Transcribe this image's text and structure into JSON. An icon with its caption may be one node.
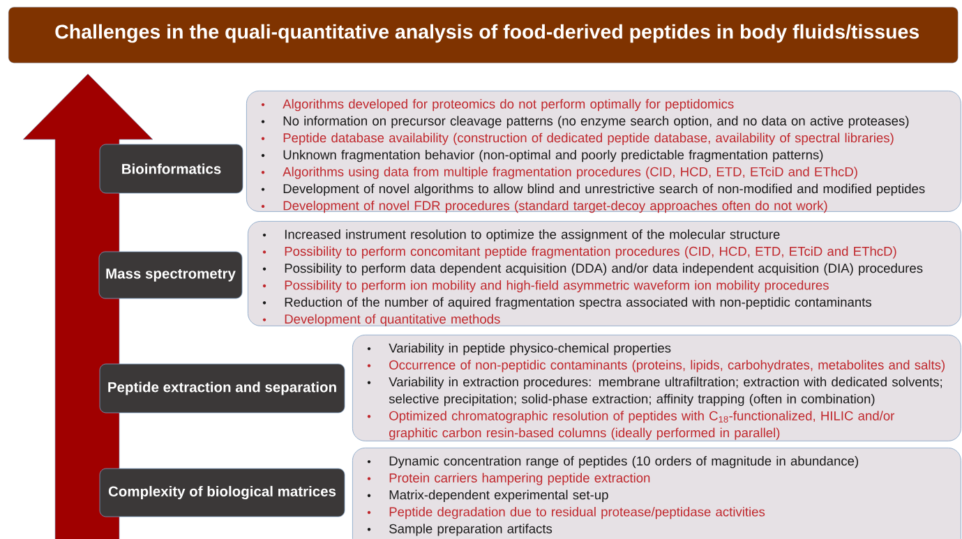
{
  "diagram": {
    "title": "Challenges in the quali-quantitative analysis of food-derived peptides in body fluids/tissues",
    "nodes": [
      {
        "text": [
          "Bioinformatics"
        ]
      },
      {
        "text": [
          "Algorithms developed for proteomics do not perform optimally for peptidomics",
          "No information on precursor cleavage patterns (no enzyme search option, and no data on active proteases)",
          "Peptide database availability (construction of dedicated peptide database, availability of spectral libraries)",
          "Unknown fragmentation behavior (non-optimal and poorly predictable fragmentation patterns)",
          "Algorithms using data from multiple fragmentation procedures (CID, HCD, ETD, ETciD and EThcD)",
          "Development of novel algorithms to allow blind and unrestrictive search of non-modified and modified peptides",
          "Development of novel FDR procedures (standard target-decoy approaches often do not work)"
        ]
      },
      {
        "text": [
          "Mass spectrometry"
        ]
      },
      {
        "text": [
          "Increased instrument resolution to optimize the assignment of the molecular structure",
          "Possibility to perform concomitant peptide fragmentation procedures (CID, HCD, ETD, ETciD and EThcD)",
          "Possibility to perform data dependent acquisition (DDA) and/or data independent acquisition (DIA) procedures",
          "Possibility to perform ion mobility and high-field asymmetric waveform ion mobility procedures",
          "Reduction of the number of aquired fragmentation spectra associated with non-peptidic contaminants",
          "Development of quantitative methods"
        ]
      },
      {
        "text": [
          "Peptide extraction and separation"
        ]
      },
      {
        "text": [
          "Variability in peptide physico-chemical properties",
          "Occurrence of non-peptidic contaminants (proteins, lipids, carbohydrates, metabolites and salts)",
          "Variability in extraction procedures: membrane ultrafiltration; extraction with dedicated solvents; selective precipitation; solid-phase extraction; affinity trapping (often in combination)",
          "Optimized chromatographic resolution of peptides with C$_{18}$-functionalized, HILIC and/or graphitic carbon resin-based columns (ideally performed in parallel)"
        ]
      },
      {
        "text": [
          "Complexity of biological matrices"
        ]
      },
      {
        "text": [
          "Dynamic concentration range of peptides (10 orders of magnitude in abundance)",
          "Protein carriers hampering peptide extraction",
          "Matrix-dependent experimental set-up",
          "Peptide degradation due to residual protease/peptidase activities",
          "Sample preparation artifacts"
        ]
      }
    ]
  }
}
